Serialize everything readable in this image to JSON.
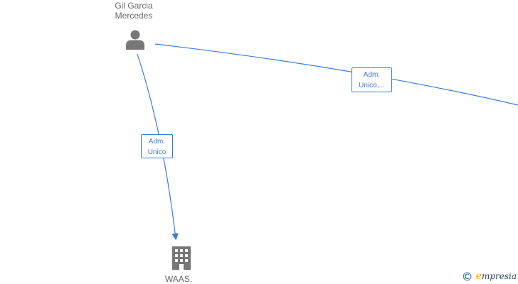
{
  "nodes": {
    "person": {
      "name_line1": "Gil Garcia",
      "name_line2": "Mercedes",
      "icon": "person-icon"
    },
    "company": {
      "name": "WAAS.",
      "icon": "building-icon"
    }
  },
  "edges": {
    "to_company": {
      "line1": "Adm.",
      "line2": "Unico"
    },
    "to_offscreen": {
      "line1": "Adm.",
      "line2": "Unico,..."
    }
  },
  "brand": {
    "copyright": "©",
    "initial": "e",
    "rest": "mpresia"
  },
  "colors": {
    "edge": "#3a7bd5",
    "node_text": "#666666",
    "icon": "#777777"
  }
}
